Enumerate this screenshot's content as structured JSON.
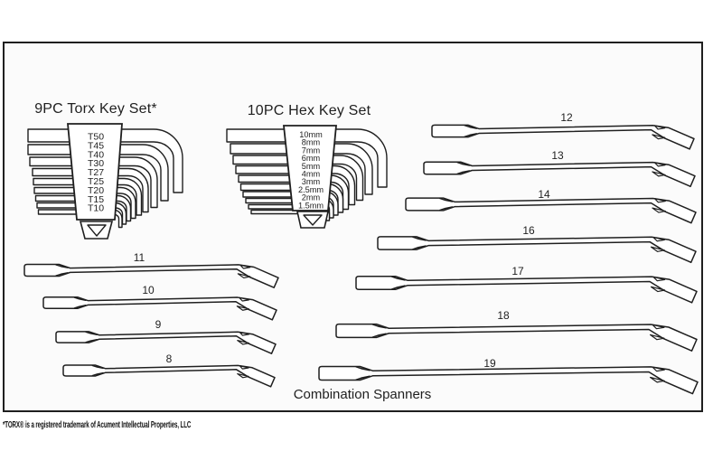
{
  "panel": {
    "torx_set": {
      "title": "9PC Torx Key Set*",
      "sizes": [
        "T50",
        "T45",
        "T40",
        "T30",
        "T27",
        "T25",
        "T20",
        "T15",
        "T10"
      ]
    },
    "hex_set": {
      "title": "10PC Hex Key Set",
      "sizes": [
        "10mm",
        "8mm",
        "7mm",
        "6mm",
        "5mm",
        "4mm",
        "3mm",
        "2.5mm",
        "2mm",
        "1.5mm"
      ]
    },
    "spanners": {
      "caption": "Combination Spanners",
      "left_column_sizes": [
        "11",
        "10",
        "9",
        "8"
      ],
      "right_column_sizes": [
        "12",
        "13",
        "14",
        "16",
        "17",
        "18",
        "19"
      ]
    }
  },
  "footnote": "*TORX® is a registered trademark of Acument Intellectual Properties, LLC",
  "colors": {
    "line": "#1f1f1f",
    "panel_background": "#fbfbfb",
    "page_background": "#ffffff",
    "tool_fill": "#ffffff"
  }
}
